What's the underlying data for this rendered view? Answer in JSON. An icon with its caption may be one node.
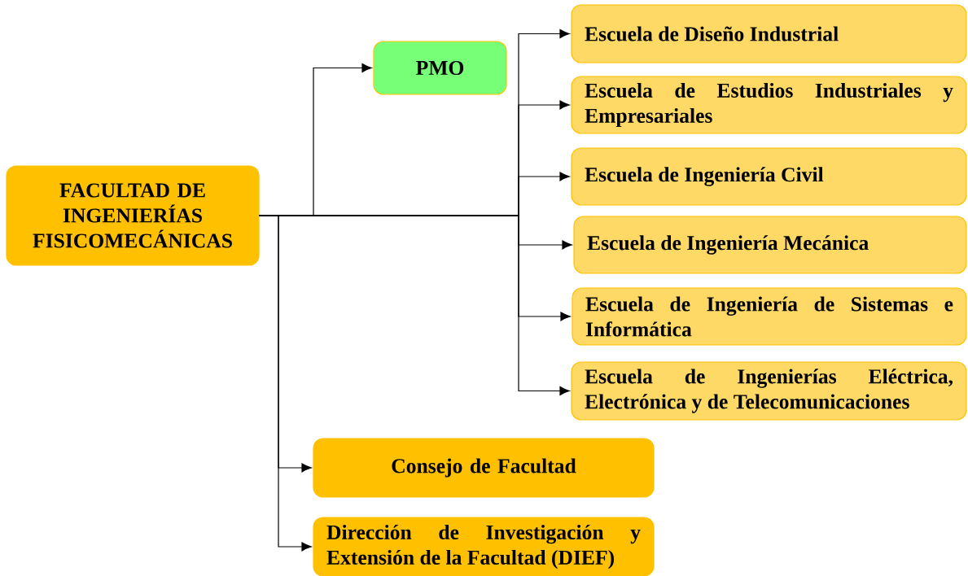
{
  "diagram": {
    "nodes": [
      {
        "text": [
          "FACULTAD DE INGENIERÍAS FISICOMECÁNICAS"
        ]
      },
      {
        "text": [
          "PMO"
        ]
      },
      {
        "text": [
          "Escuela de Diseño Industrial"
        ]
      },
      {
        "text": [
          "Escuela de Estudios Industriales y Empresariales"
        ]
      },
      {
        "text": [
          "Escuela de Ingeniería Civil"
        ]
      },
      {
        "text": [
          "Escuela de Ingeniería Mecánica"
        ]
      },
      {
        "text": [
          "Escuela de Ingeniería de Sistemas e Informática"
        ]
      },
      {
        "text": [
          "Escuela de Ingenierías Eléctrica, Electrónica y de Telecomunicaciones"
        ]
      },
      {
        "text": [
          "Consejo de Facultad"
        ]
      },
      {
        "text": [
          "Dirección de Investigación y Extensión de la Facultad (DIEF)"
        ]
      }
    ],
    "edges": [
      {
        "from": 0,
        "to": 1,
        "arrow": "to"
      },
      {
        "from": 0,
        "to": 2,
        "arrow": "to"
      },
      {
        "from": 0,
        "to": 3,
        "arrow": "to"
      },
      {
        "from": 0,
        "to": 4,
        "arrow": "to"
      },
      {
        "from": 0,
        "to": 5,
        "arrow": "to"
      },
      {
        "from": 0,
        "to": 6,
        "arrow": "to"
      },
      {
        "from": 0,
        "to": 7,
        "arrow": "to"
      },
      {
        "from": 0,
        "to": 8,
        "arrow": "to"
      },
      {
        "from": 0,
        "to": 9,
        "arrow": "to"
      }
    ]
  }
}
